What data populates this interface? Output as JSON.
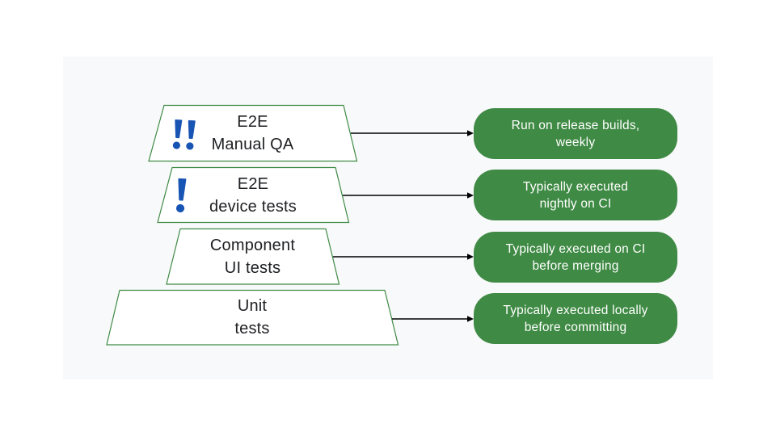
{
  "page": {
    "background": "#FFFFFF",
    "panel_background": "#F8F9FA"
  },
  "colors": {
    "note_green": "#3F8A44",
    "trapezoid_outline_green": "#3F8A44",
    "trapezoid_fill": "#FFFFFF",
    "priority_blue": "#1854B4",
    "label_text": "#202124",
    "note_text": "#FFFFFF",
    "arrow_black": "#000000"
  },
  "diagram": {
    "type": "test-pyramid",
    "levels": [
      {
        "name": "e2e-manual-qa",
        "label_line1": "E2E",
        "label_line2": "Manual QA",
        "priority_marks": "!!",
        "note_line1": "Run on release builds,",
        "note_line2": "weekly"
      },
      {
        "name": "e2e-device-tests",
        "label_line1": "E2E",
        "label_line2": "device tests",
        "priority_marks": "!",
        "note_line1": "Typically executed",
        "note_line2": "nightly on CI"
      },
      {
        "name": "component-ui-tests",
        "label_line1": "Component",
        "label_line2": "UI tests",
        "priority_marks": "",
        "note_line1": "Typically executed on CI",
        "note_line2": "before merging"
      },
      {
        "name": "unit-tests",
        "label_line1": "Unit",
        "label_line2": "tests",
        "priority_marks": "",
        "note_line1": "Typically executed locally",
        "note_line2": "before committing"
      }
    ]
  }
}
